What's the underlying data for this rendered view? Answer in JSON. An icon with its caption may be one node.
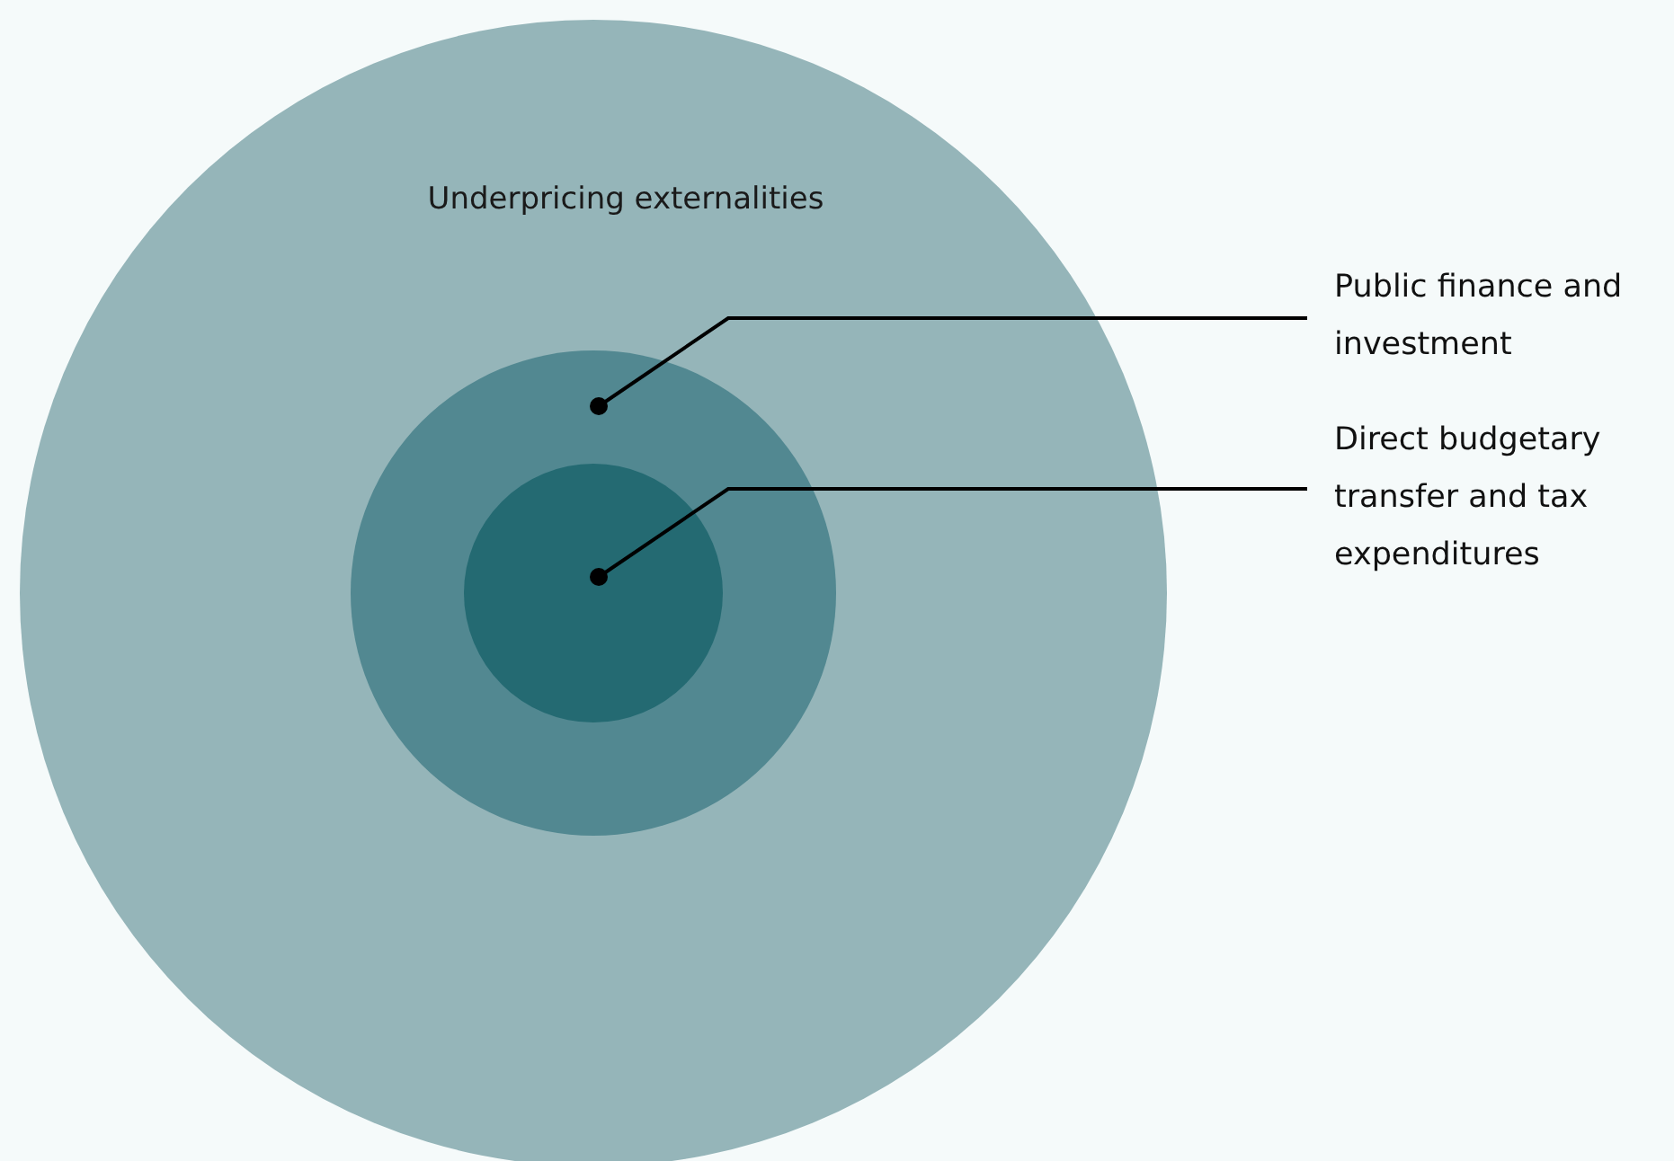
{
  "diagram": {
    "nodes": [
      {
        "text": [
          "Underpricing externalities"
        ]
      },
      {
        "text": [],
        "shape": "circle",
        "in": 0
      },
      {
        "text": [],
        "shape": "circle",
        "in": 1
      },
      {
        "text": [
          "Public finance and investment"
        ]
      },
      {
        "text": [
          "Direct budgetary transfer and tax expenditures"
        ]
      }
    ],
    "edges": [
      {
        "from": 3,
        "to": 1,
        "arrow": "other"
      },
      {
        "from": 4,
        "to": 2,
        "arrow": "other"
      }
    ]
  }
}
